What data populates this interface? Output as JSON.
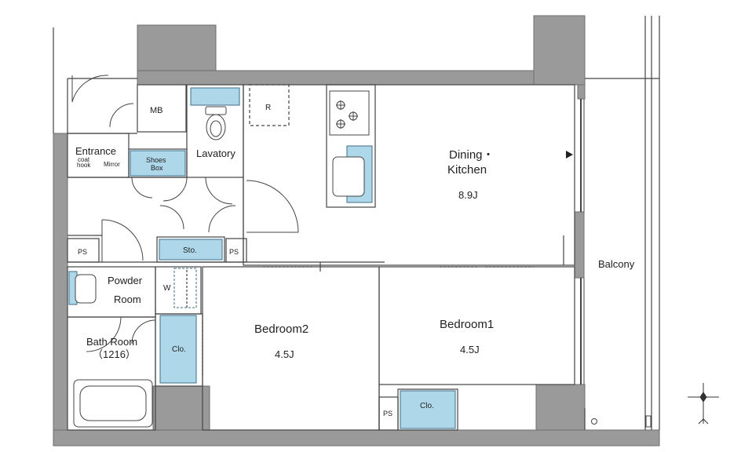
{
  "rooms": {
    "entrance": "Entrance",
    "coat_hook_line1": "coat",
    "coat_hook_line2": "hook",
    "mirror": "Mirror",
    "mb": "MB",
    "shoes_box_line1": "Shoes",
    "shoes_box_line2": "Box",
    "lavatory": "Lavatory",
    "refrigerator": "R",
    "dining_line1": "Dining・",
    "dining_line2": "Kitchen",
    "dining_size": "8.9J",
    "storage": "Sto.",
    "ps_left": "PS",
    "ps_center": "PS",
    "ps_bottom": "PS",
    "powder_line1": "Powder",
    "powder_line2": "Room",
    "washer": "W",
    "bath_line1": "Bath Room",
    "bath_line2": "（1216）",
    "closet_left": "Clo.",
    "closet_bottom": "Clo.",
    "bedroom2": "Bedroom2",
    "bedroom2_size": "4.5J",
    "bedroom1": "Bedroom1",
    "bedroom1_size": "4.5J",
    "balcony": "Balcony"
  },
  "colors": {
    "wall": "#9a9a9a",
    "wall_dark": "#7c7c7c",
    "line": "#444444",
    "fixture_fill": "#aed8ea",
    "fixture_stroke": "#3a6e8a",
    "floor": "#ffffff"
  },
  "icons": [
    "compass-icon",
    "gas-stove-icon",
    "sink-icon",
    "toilet-icon",
    "bathtub-icon",
    "washbasin-icon"
  ]
}
